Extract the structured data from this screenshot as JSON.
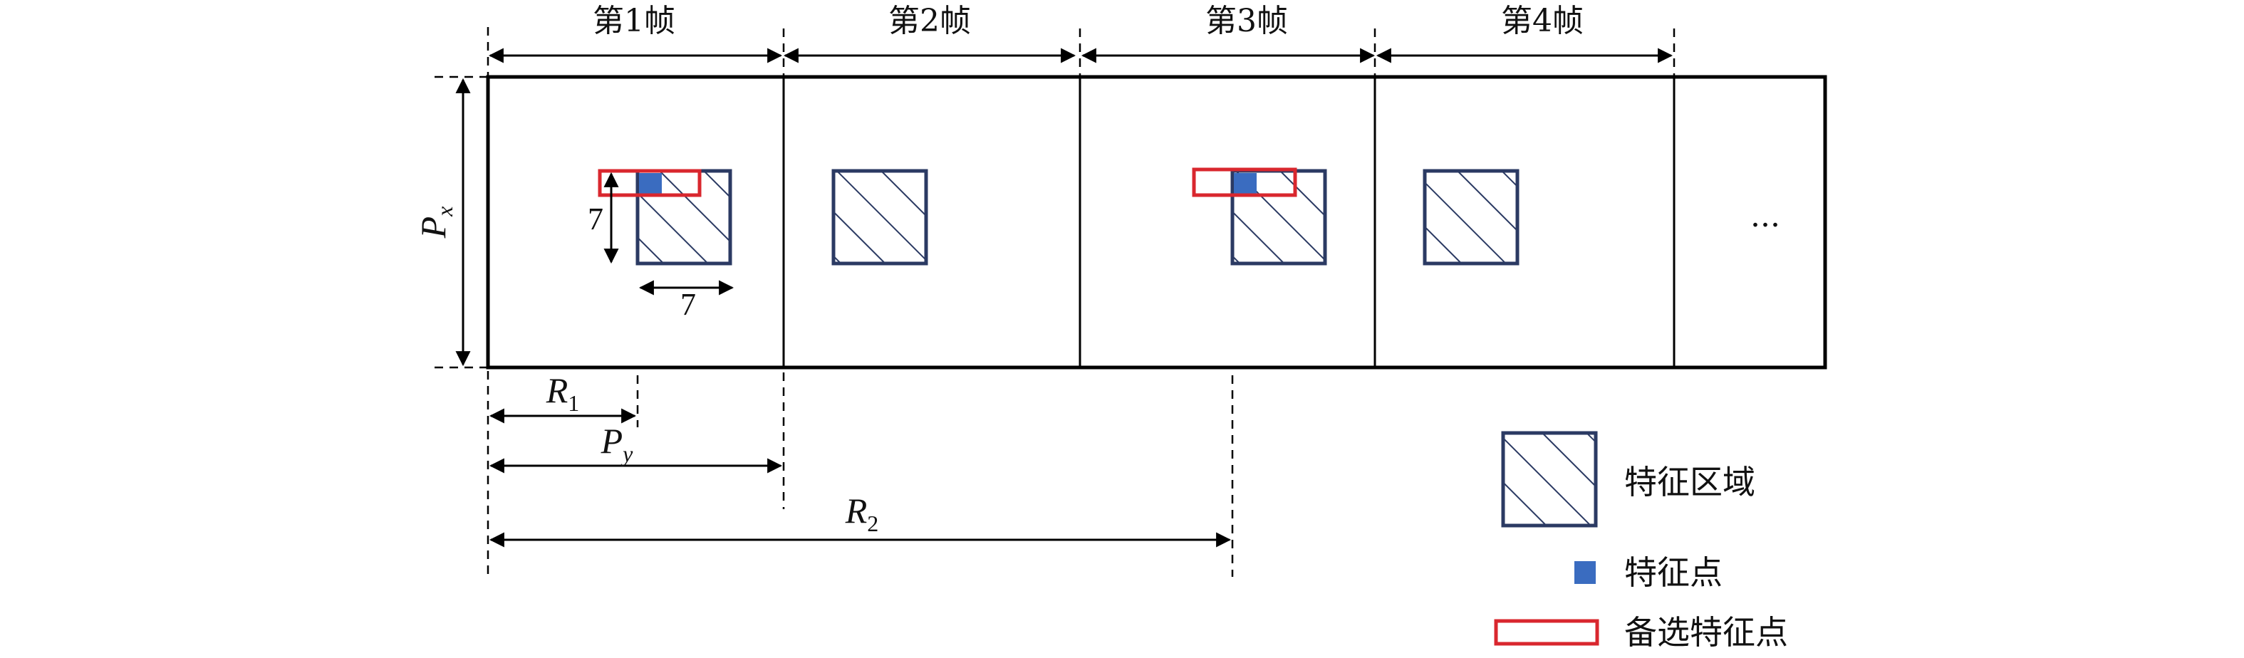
{
  "frames": [
    {
      "label": "第1帧"
    },
    {
      "label": "第2帧"
    },
    {
      "label": "第3帧"
    },
    {
      "label": "第4帧"
    }
  ],
  "ellipsis": "...",
  "dimensions": {
    "px_main": "P",
    "px_sub": "x",
    "py_main": "P",
    "py_sub": "y",
    "r1_main": "R",
    "r1_sub": "1",
    "r2_main": "R",
    "r2_sub": "2",
    "size_vertical": "7",
    "size_horizontal": "7"
  },
  "legend": {
    "feature_region": "特征区域",
    "feature_point": "特征点",
    "candidate_points": "备选特征点"
  },
  "colors": {
    "outline": "#000000",
    "region_border": "#2b3a63",
    "feature_point": "#3a6cc0",
    "candidate_border": "#d9272e"
  }
}
